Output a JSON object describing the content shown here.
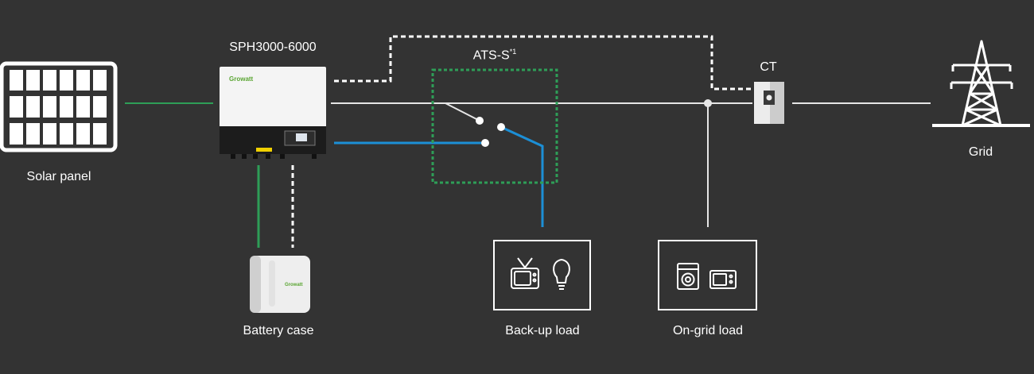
{
  "labels": {
    "inverter": "SPH3000-6000",
    "ats": "ATS-S",
    "ats_note": "*1",
    "ct": "CT",
    "solar": "Solar panel",
    "battery": "Battery case",
    "backup_load": "Back-up load",
    "ongrid_load": "On-grid load",
    "grid": "Grid"
  },
  "brand": {
    "inverter_logo": "Growatt",
    "battery_logo": "Growatt"
  },
  "colors": {
    "background": "#333333",
    "dc_line": "#2e9e57",
    "backup_line": "#1c8fd6",
    "ac_line": "#e6e6e6",
    "communication_line": "#ffffff",
    "brand_green": "#5aa532"
  },
  "icons": {
    "backup_load": [
      "tv-icon",
      "lightbulb-icon"
    ],
    "ongrid_load": [
      "washing-machine-icon",
      "microwave-icon"
    ],
    "grid": "transmission-tower-icon",
    "solar": "solar-panel-icon"
  }
}
